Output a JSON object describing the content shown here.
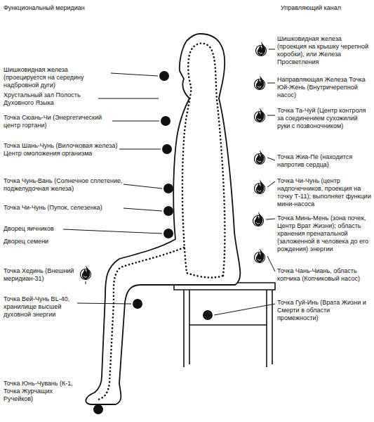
{
  "diagram": {
    "labels": [
      "Функциональный меридиан",
      "Управляющий канал",
      "Шишковидная железа (проекция на крышку черепной коробки), или Железа Просветления",
      "Шишковидная железа (проецируется на середину надбровной дуги)",
      "Направляющая Железа Точка Юй-Жень (Внутричерепной насос)",
      "Хрустальный зал Полость Духовного Языка",
      "Точка Та-Чуй (Центр контроля за соединением сухожилий руки с позвоночником)",
      "Точка Сюань-Чи (Энергетический центр гортани)",
      "Точка Шань-Чунь (Вилочковая железа) Центр омоложения организма",
      "Точка Жиа-Пе (находится напротив сердца)",
      "Точка Чунь-Вань (Солнечное сплетение, поджелудочная железа)",
      "Точка Чи-Чунь (центр надпочечников, проекция на точку Т-11); выполняет функции мини-насоса",
      "Точка Чи-Чунь (Пупок, селезенка)",
      "Точка Минь-Мень (зона почек, Центр Врат Жизни); область хранения пренатальной (заложенной в человека до его рождения) энергии",
      "Дворец яичников",
      "Дворец семени",
      "Точка Хединь (Внешний меридиан-31)",
      "Точка Чань-Чиань, область копчика (Копчиковый насос)",
      "Точка Вей-Чунь BL-40, хранилище высшей духовной энергии",
      "Точка Гуй-Инь (Врата Жизни и Смерти в области промежности)",
      "Точка Юнь-Чувань (К-1, Точка Журчащих Ручейков)"
    ]
  }
}
